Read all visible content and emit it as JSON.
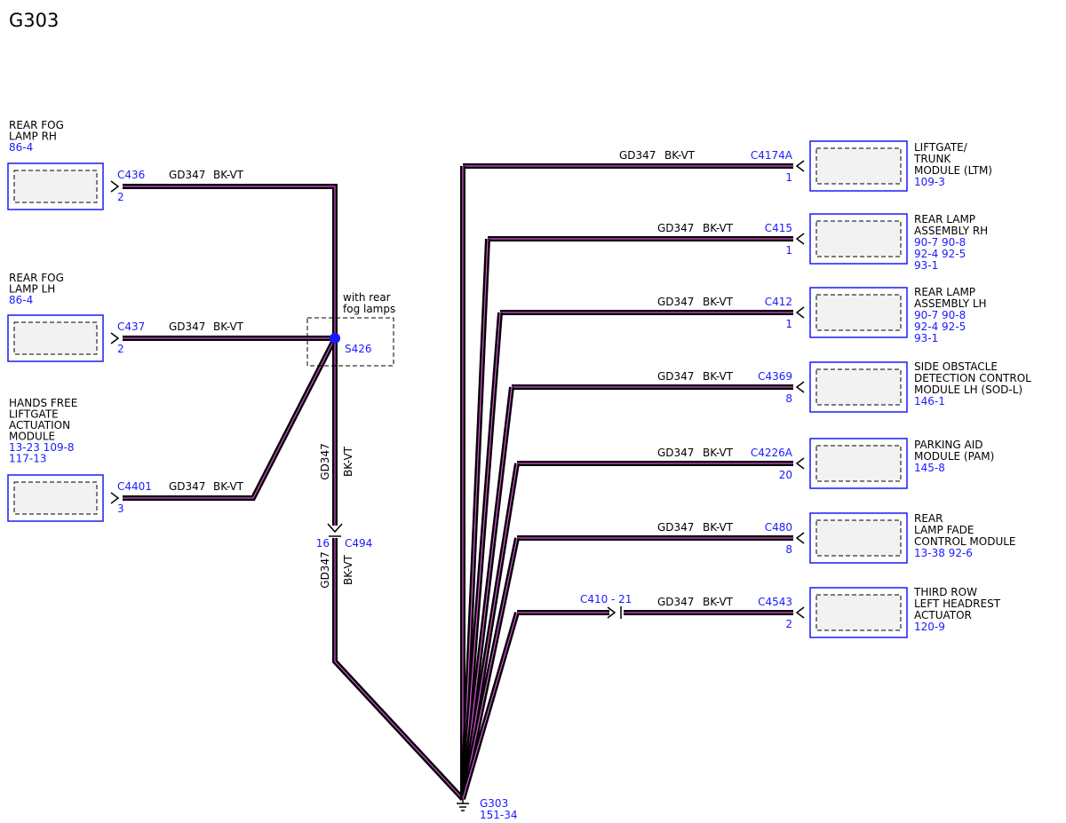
{
  "title": "G303",
  "colors": {
    "accent": "#1a1aff",
    "wire": "#000000",
    "wire_stripe": "#d957d9"
  },
  "wire": {
    "circuit": "GD347",
    "color": "BK-VT"
  },
  "splice": {
    "name": "S426",
    "note": [
      "with rear",
      "fog lamps"
    ]
  },
  "inline_connector": {
    "name": "C494",
    "pin": "16"
  },
  "ground": {
    "name": "G303",
    "ref": "151-34"
  },
  "left_components": [
    {
      "name": [
        "REAR FOG",
        "LAMP RH"
      ],
      "refs": [
        "86-4"
      ],
      "connector": "C436",
      "pin": "2"
    },
    {
      "name": [
        "REAR FOG",
        "LAMP LH"
      ],
      "refs": [
        "86-4"
      ],
      "connector": "C437",
      "pin": "2"
    },
    {
      "name": [
        "HANDS FREE",
        "LIFTGATE",
        "ACTUATION",
        "MODULE"
      ],
      "refs": [
        "13-23   109-8",
        "117-13"
      ],
      "connector": "C4401",
      "pin": "3"
    }
  ],
  "right_components": [
    {
      "name": [
        "LIFTGATE/",
        "TRUNK",
        "MODULE (LTM)"
      ],
      "refs": [
        "109-3"
      ],
      "connector": "C4174A",
      "pin": "1"
    },
    {
      "name": [
        "REAR LAMP",
        "ASSEMBLY RH"
      ],
      "refs": [
        "90-7    90-8",
        "92-4    92-5",
        "93-1"
      ],
      "connector": "C415",
      "pin": "1"
    },
    {
      "name": [
        "REAR LAMP",
        "ASSEMBLY LH"
      ],
      "refs": [
        "90-7    90-8",
        "92-4    92-5",
        "93-1"
      ],
      "connector": "C412",
      "pin": "1"
    },
    {
      "name": [
        "SIDE OBSTACLE",
        "DETECTION CONTROL",
        "MODULE LH (SOD-L)"
      ],
      "refs": [
        "146-1"
      ],
      "connector": "C4369",
      "pin": "8"
    },
    {
      "name": [
        "PARKING AID",
        "MODULE (PAM)"
      ],
      "refs": [
        "145-8"
      ],
      "connector": "C4226A",
      "pin": "20"
    },
    {
      "name": [
        "REAR",
        "LAMP FADE",
        "CONTROL MODULE"
      ],
      "refs": [
        "13-38   92-6"
      ],
      "connector": "C480",
      "pin": "8"
    },
    {
      "name": [
        "THIRD ROW",
        "LEFT HEADREST",
        "ACTUATOR"
      ],
      "refs": [
        "120-9"
      ],
      "connector": "C4543",
      "pin": "2",
      "inline": "C410",
      "inline_pin": "- 21"
    }
  ]
}
